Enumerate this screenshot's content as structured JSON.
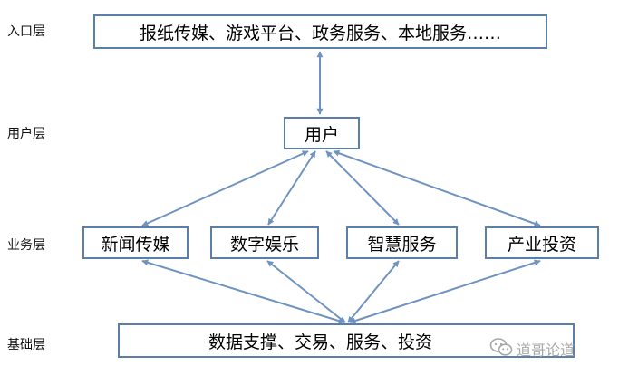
{
  "layers": {
    "entry": "入口层",
    "user": "用户层",
    "business": "业务层",
    "foundation": "基础层"
  },
  "nodes": {
    "entry": "报纸传媒、游戏平台、政务服务、本地服务……",
    "user": "用户",
    "business": [
      "新闻传媒",
      "数字娱乐",
      "智慧服务",
      "产业投资"
    ],
    "foundation": "数据支撑、交易、服务、投资"
  },
  "watermark": {
    "text": "道哥论道",
    "icon": "wechat-icon"
  },
  "colors": {
    "box_border": "#5b7fa8",
    "arrow": "#6f93c0",
    "watermark": "#a8a8a8"
  }
}
